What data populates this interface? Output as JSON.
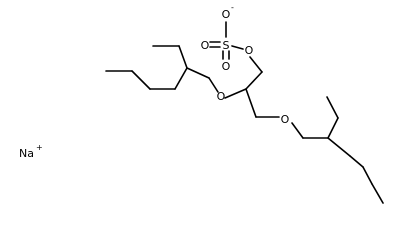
{
  "molecule": {
    "atoms": {
      "sulfur": "S",
      "oxygen_top": "O",
      "oxygen_top_charge": "-",
      "oxygen_left": "O",
      "oxygen_bottom": "O",
      "oxygen_ester": "O",
      "oxygen_ether_mid": "O",
      "oxygen_ether_right": "O"
    },
    "counterion": {
      "symbol": "Na",
      "charge": "+"
    }
  }
}
